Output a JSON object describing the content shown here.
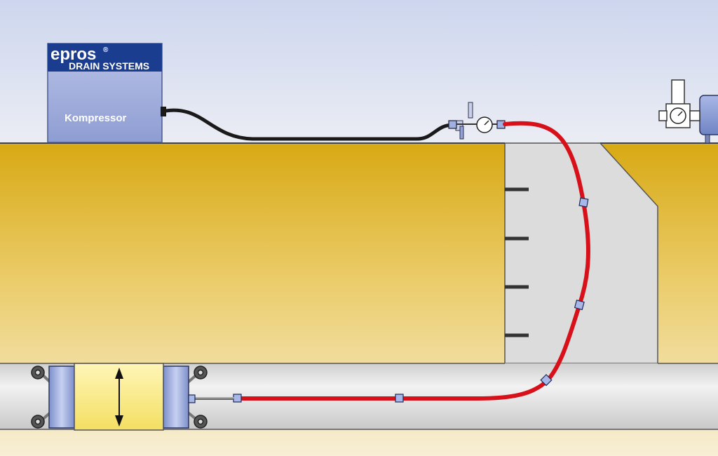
{
  "brand": {
    "name": "epros",
    "mark": "®",
    "tagline": "DRAIN SYSTEMS"
  },
  "compressor": {
    "label": "Kompressor"
  },
  "icons": {
    "pressure_gauge": "pressure-gauge-icon",
    "arrow": "double-arrow-icon"
  },
  "colors": {
    "sky_top": "#cdd6ee",
    "sky_bottom": "#e9ecf3",
    "soil_top": "#d9aa16",
    "soil_bottom": "#f5ecd0",
    "pit": "#dcdcdc",
    "pipe": "#e2e2e2",
    "air_hose": "#1a1a1a",
    "pressure_hose": "#d8101a",
    "compressor_body": "#a8b4e0",
    "brand_blue": "#1b3d8f",
    "packer_body": "#fbeb8a",
    "packer_caps": "#93a3d6"
  }
}
